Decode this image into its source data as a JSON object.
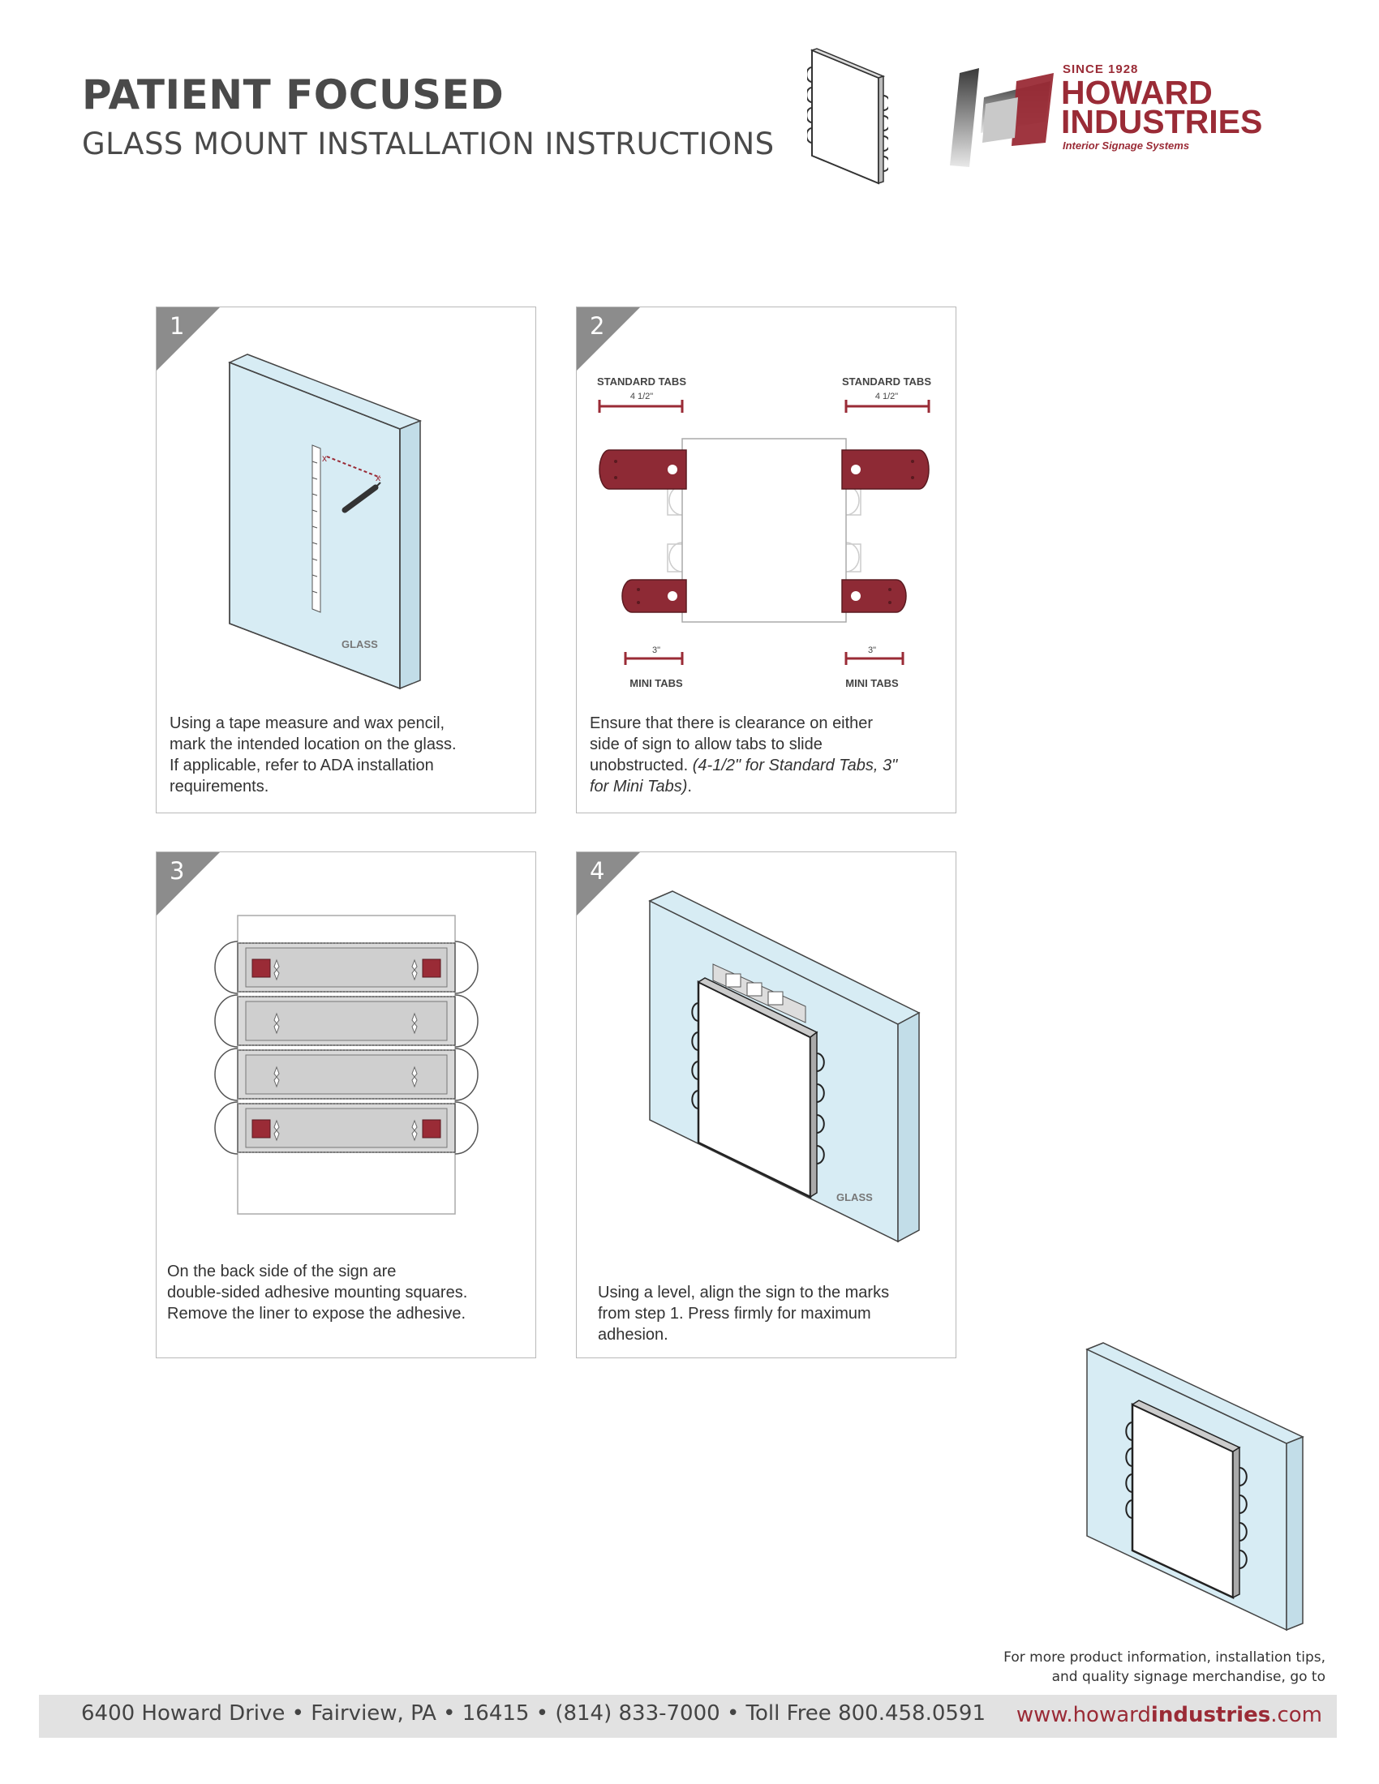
{
  "header": {
    "title": "PATIENT FOCUSED",
    "subtitle": "GLASS MOUNT INSTALLATION INSTRUCTIONS"
  },
  "logo": {
    "since": "SINCE 1928",
    "line1": "HOWARD",
    "line2": "INDUSTRIES",
    "tagline": "Interior Signage Systems"
  },
  "steps": [
    {
      "number": "1",
      "glass_label": "GLASS",
      "text": "Using a tape measure and wax pencil,\nmark the intended location on the glass.\nIf applicable, refer to ADA installation\nrequirements."
    },
    {
      "number": "2",
      "standard_tabs_label": "STANDARD TABS",
      "standard_tabs_size": "4 1/2\"",
      "mini_tabs_label": "MINI TABS",
      "mini_tabs_size": "3\"",
      "text": "Ensure that there is clearance on either\nside of sign to allow tabs to slide\nunobstructed. ",
      "text_italic": "(4-1/2\" for Standard Tabs, 3\"\nfor Mini Tabs)",
      "text_end": "."
    },
    {
      "number": "3",
      "text": "On the back side of the sign are\ndouble-sided adhesive mounting squares.\nRemove the liner to expose the adhesive."
    },
    {
      "number": "4",
      "glass_label": "GLASS",
      "text": "Using a level, align the sign to the marks\nfrom step 1. Press firmly for maximum\nadhesion."
    }
  ],
  "more_info": "For more product information, installation tips,\nand quality signage merchandise, go to",
  "footer": {
    "address": "6400 Howard Drive • Fairview, PA • 16415 • (814) 833-7000 • Toll Free 800.458.0591",
    "url_prefix": "www.howard",
    "url_bold": "industries",
    "url_suffix": ".com"
  },
  "colors": {
    "accent": "#9a2b36",
    "glass": "#d7ecf4",
    "corner": "#8c8c8c",
    "footer_bg": "#e2e2e2"
  }
}
